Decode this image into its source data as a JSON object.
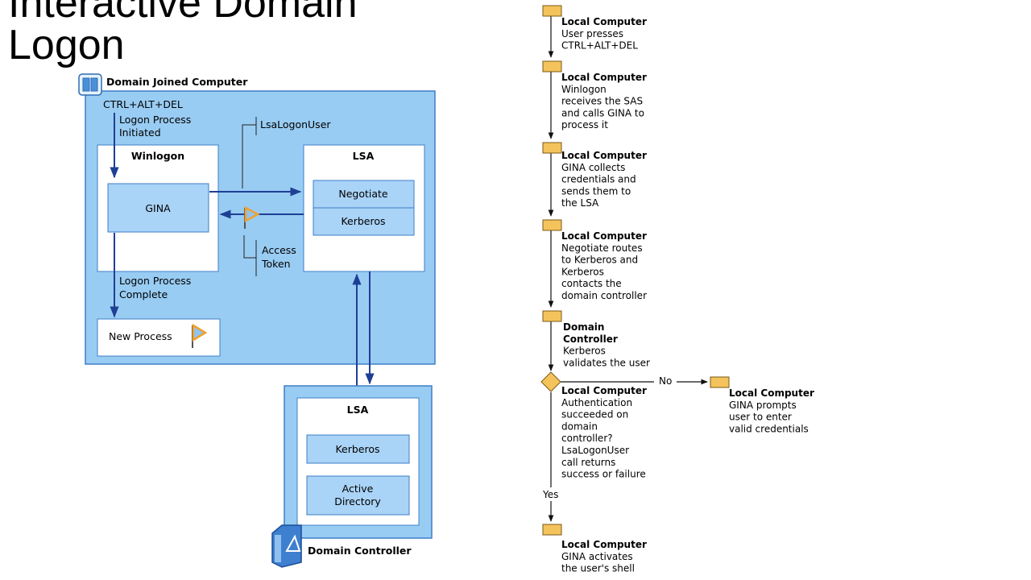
{
  "title": {
    "line1": "Interactive Domain",
    "line2": "Logon"
  },
  "architecture": {
    "domain_joined_computer": "Domain Joined Computer",
    "ctrl_alt_del": "CTRL+ALT+DEL",
    "logon_initiated": [
      "Logon Process",
      "Initiated"
    ],
    "winlogon": "Winlogon",
    "gina": "GINA",
    "lsa_logon_user": "LsaLogonUser",
    "lsa": "LSA",
    "negotiate": "Negotiate",
    "kerberos": "Kerberos",
    "access_token": [
      "Access",
      "Token"
    ],
    "logon_complete": [
      "Logon Process",
      "Complete"
    ],
    "new_process": "New Process",
    "dc_lsa": "LSA",
    "dc_kerberos": "Kerberos",
    "active_directory": [
      "Active",
      "Directory"
    ],
    "domain_controller": "Domain Controller"
  },
  "flow": {
    "steps": [
      {
        "heading": [
          "Local Computer"
        ],
        "lines": [
          "User presses",
          "CTRL+ALT+DEL"
        ]
      },
      {
        "heading": [
          "Local Computer"
        ],
        "lines": [
          "Winlogon",
          "receives the SAS",
          "and calls GINA to",
          "process it"
        ]
      },
      {
        "heading": [
          "Local Computer"
        ],
        "lines": [
          "GINA collects",
          "credentials and",
          "sends them to",
          "the LSA"
        ]
      },
      {
        "heading": [
          "Local Computer"
        ],
        "lines": [
          "Negotiate routes",
          "to Kerberos and",
          "Kerberos",
          "contacts the",
          "domain controller"
        ]
      },
      {
        "heading": [
          "Domain",
          "Controller"
        ],
        "lines": [
          "Kerberos",
          "validates the user"
        ]
      },
      {
        "heading": [
          "Local Computer"
        ],
        "lines": [
          "Authentication",
          "succeeded on",
          "domain",
          "controller?",
          "LsaLogonUser",
          "call returns",
          "success or failure"
        ]
      },
      {
        "heading": [
          "Local Computer"
        ],
        "lines": [
          "GINA activates",
          "the user's shell"
        ]
      }
    ],
    "no_label": "No",
    "yes_label": "Yes",
    "failure_step": {
      "heading": [
        "Local Computer"
      ],
      "lines": [
        "GINA prompts",
        "user to enter",
        "valid credentials"
      ]
    }
  },
  "colors": {
    "panel": "#99ccf3",
    "panel_border": "#3d7fc7",
    "inner_box": "#a9d3f7",
    "arrow": "#1f3f95",
    "flow_box": "#f5c35c",
    "flow_box_border": "#7a5a16",
    "flag": "#f0a030"
  }
}
